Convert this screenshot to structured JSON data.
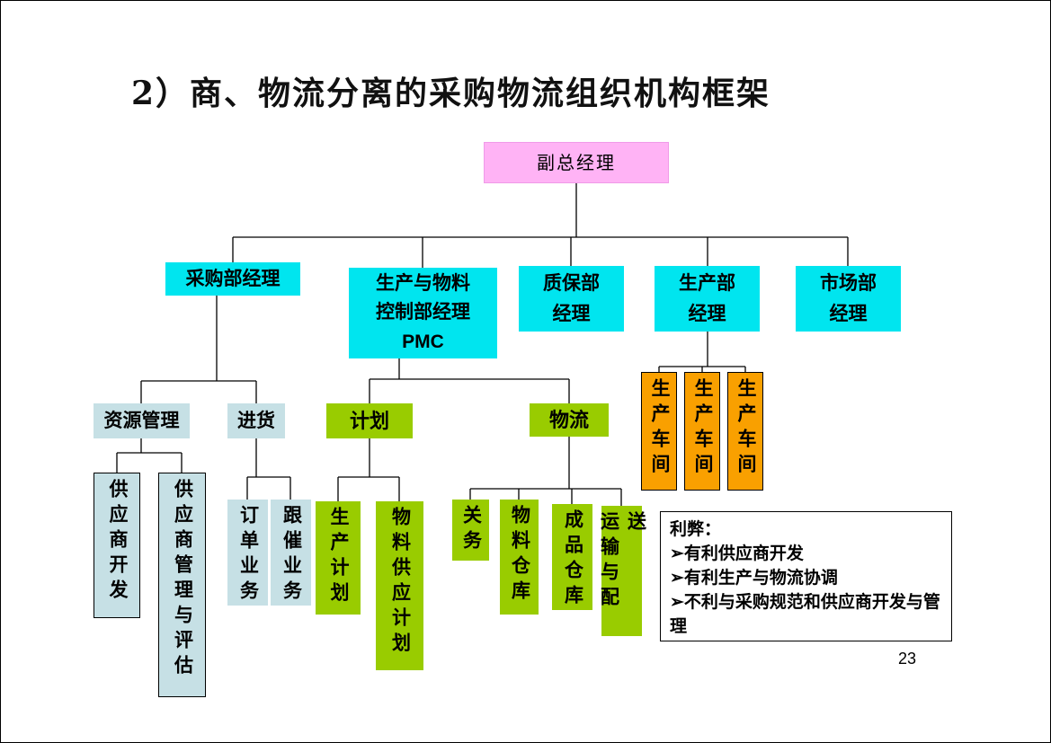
{
  "slide": {
    "title": "2）商、物流分离的采购物流组织机构框架",
    "page_number": "23"
  },
  "colors": {
    "root_box_fill": "#ffb3f5",
    "manager_box_fill": "#00e5ef",
    "commerce_branch_fill": "#c6e0e5",
    "logistics_branch_fill": "#99cc00",
    "workshop_fill": "#f9a000",
    "connector_line": "#000000",
    "notes_border": "#000000"
  },
  "nodes": {
    "vice_gm": "副总经理",
    "purchasing_mgr": "采购部经理",
    "pmc_mgr": "生产与物料\n控制部经理\nPMC",
    "qa_mgr": "质保部\n经理",
    "production_mgr": "生产部\n经理",
    "marketing_mgr": "市场部\n经理",
    "resource_mgmt": "资源管理",
    "incoming_goods": "进货",
    "planning": "计划",
    "logistics": "物流",
    "workshop": "生产车间",
    "supplier_dev": "供应商开发",
    "supplier_mgmt_eval": "供应商管理与评估",
    "order_biz": "订单业务",
    "expediting_biz": "跟催业务",
    "production_plan": "生产计划",
    "material_supply_plan": "物料供应计划",
    "customs": "关务",
    "material_warehouse": "物料仓库",
    "finished_goods_warehouse": "成品仓库",
    "transport_distribution": "运输与配送"
  },
  "notes_box": {
    "title": "利弊：",
    "bullet": "➢",
    "items": [
      "有利供应商开发",
      "有利生产与物流协调",
      "不利与采购规范和供应商开发与管理"
    ]
  }
}
